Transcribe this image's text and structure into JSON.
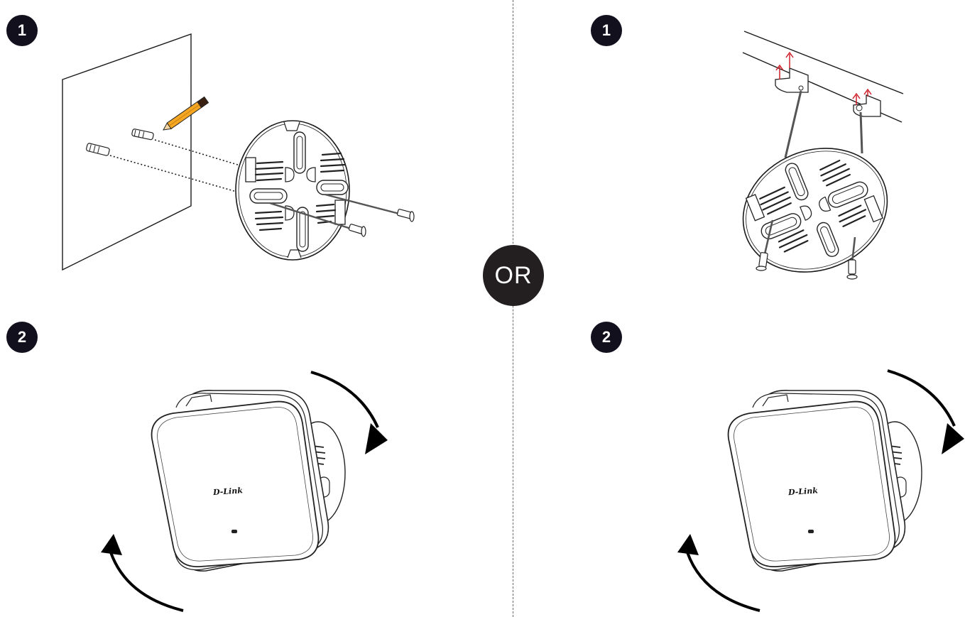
{
  "steps": {
    "wall_step_1": "1",
    "ceiling_step_1": "1",
    "wall_step_2": "2",
    "ceiling_step_2": "2"
  },
  "separator_label": "OR",
  "device": {
    "brand_left": "D-Link",
    "brand_right": "D-Link"
  },
  "colors": {
    "badge": "#13101e",
    "or_badge": "#231f20",
    "arrow": "#000000",
    "lift_arrow": "#d0202a",
    "pencil": "#f5a623",
    "line": "#1a1a1a"
  },
  "icons": [
    "pencil-icon",
    "wall-anchor-icon",
    "screw-icon",
    "rotate-arrow-icon",
    "lift-arrow-icon"
  ]
}
